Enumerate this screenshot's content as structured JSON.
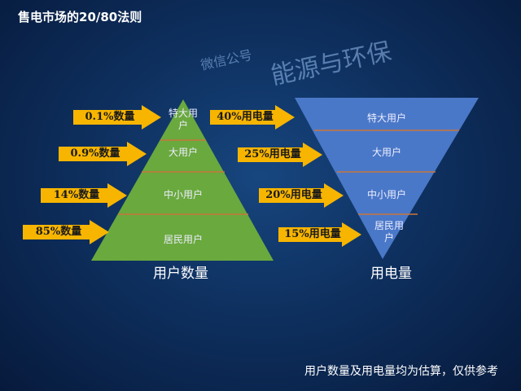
{
  "title": "售电市场的20/80法则",
  "watermark": {
    "line1": "微信公号",
    "line2": "能源与环保"
  },
  "pyramid": {
    "label": "用户数量",
    "color": "#6aa93e",
    "tiers": [
      "特大用户",
      "大用户",
      "中小用户",
      "居民用户"
    ],
    "arrows": [
      "0.1%数量",
      "0.9%数量",
      "14%数量",
      "85%数量"
    ]
  },
  "funnel": {
    "label": "用电量",
    "color": "#4a78c8",
    "tiers": [
      "特大用户",
      "大用户",
      "中小用户",
      "居民用户"
    ],
    "arrows": [
      "40%用电量",
      "25%用电量",
      "20%用电量",
      "15%用电量"
    ]
  },
  "footnote": "用户数量及用电量均为估算，仅供参考"
}
